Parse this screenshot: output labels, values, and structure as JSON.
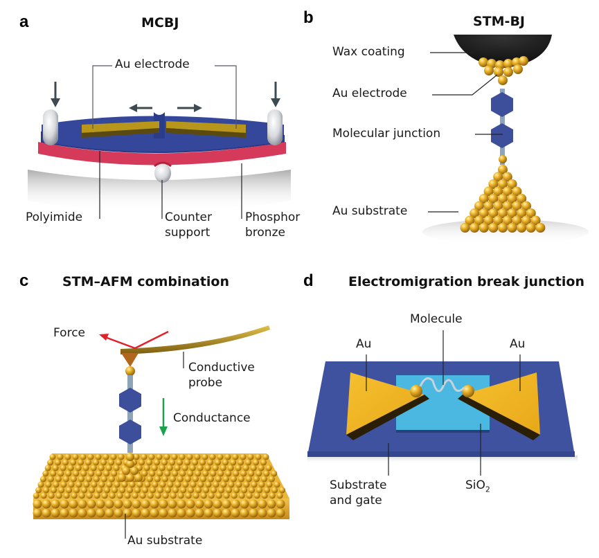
{
  "figure": {
    "panels": [
      {
        "id": "a",
        "label": "a",
        "title": "MCBJ",
        "annotations": {
          "au_electrode": "Au electrode",
          "polyimide": "Polyimide",
          "counter_support_line1": "Counter",
          "counter_support_line2": "support",
          "phosphor_bronze_line1": "Phosphor",
          "phosphor_bronze_line2": "bronze"
        }
      },
      {
        "id": "b",
        "label": "b",
        "title": "STM-BJ",
        "annotations": {
          "wax_coating": "Wax coating",
          "au_electrode": "Au electrode",
          "molecular_junction": "Molecular junction",
          "au_substrate": "Au substrate"
        }
      },
      {
        "id": "c",
        "label": "c",
        "title": "STM–AFM combination",
        "annotations": {
          "force": "Force",
          "conductive_probe_line1": "Conductive",
          "conductive_probe_line2": "probe",
          "conductance": "Conductance",
          "au_substrate": "Au substrate"
        }
      },
      {
        "id": "d",
        "label": "d",
        "title": "Electromigration break junction",
        "annotations": {
          "molecule": "Molecule",
          "au_left": "Au",
          "au_right": "Au",
          "substrate_gate_line1": "Substrate",
          "substrate_gate_line2": "and gate",
          "sio2": "SiO",
          "sio2_sub": "2"
        }
      }
    ],
    "colors": {
      "gold": "#d9a520",
      "electrode_gold": "#b8961c",
      "polyimide_blue": "#34479a",
      "phosphor_bronze_red": "#d63a5a",
      "molecule_hex": "#3d4f9a",
      "wax_black": "#111111",
      "force_arrow": "#e0202a",
      "conductance_arrow": "#1aa34a",
      "sio2_cyan": "#4ab8e0",
      "substrate_blue": "#3f52a0"
    }
  }
}
